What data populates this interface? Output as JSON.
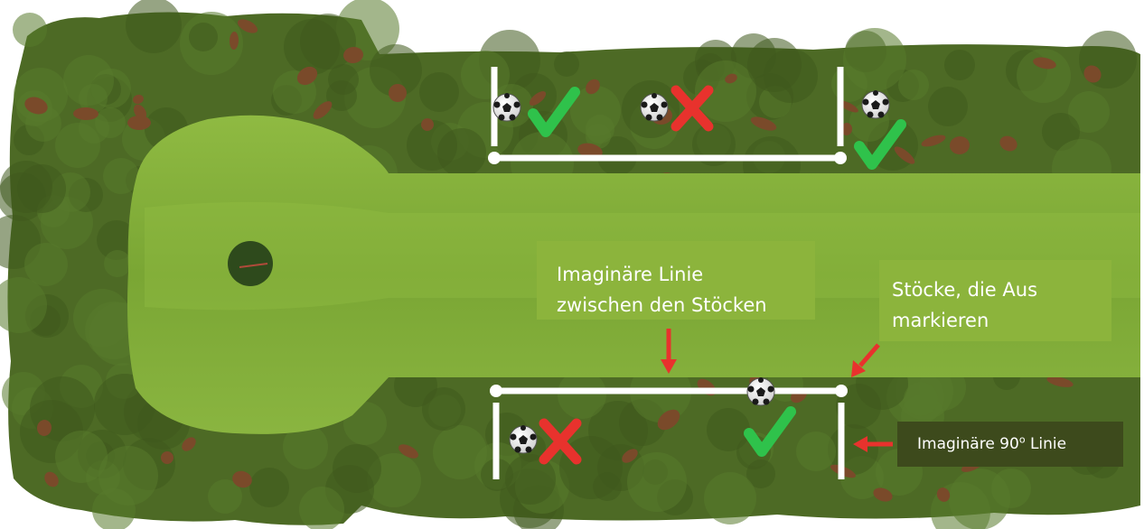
{
  "labels": {
    "imaginary_line": {
      "line1": "Imaginäre Linie",
      "line2": "zwischen den Stöcken"
    },
    "sticks": {
      "line1": "Stöcke, die Aus",
      "line2": "markieren"
    },
    "ninety_line": {
      "prefix": "Imaginäre 90",
      "superscript": "o",
      "suffix": " Linie"
    }
  },
  "colors": {
    "fairway": "#7aa634",
    "fairway_light": "#94bf45",
    "rough": "#4d6a25",
    "rough_dark": "#2f4415",
    "dirt": "#7a4a2a",
    "stick_line": "#ffffff",
    "arrow": "#e8322d",
    "check": "#2fc24b",
    "cross": "#e8322d",
    "label_green": "#8cb43c",
    "label_dark": "#3d4a1c"
  },
  "markers": [
    {
      "ball": true,
      "result": "check"
    },
    {
      "ball": true,
      "result": "cross"
    },
    {
      "ball": true,
      "result": "check"
    },
    {
      "ball": true,
      "result": "cross"
    },
    {
      "ball": true,
      "result": "check"
    }
  ]
}
